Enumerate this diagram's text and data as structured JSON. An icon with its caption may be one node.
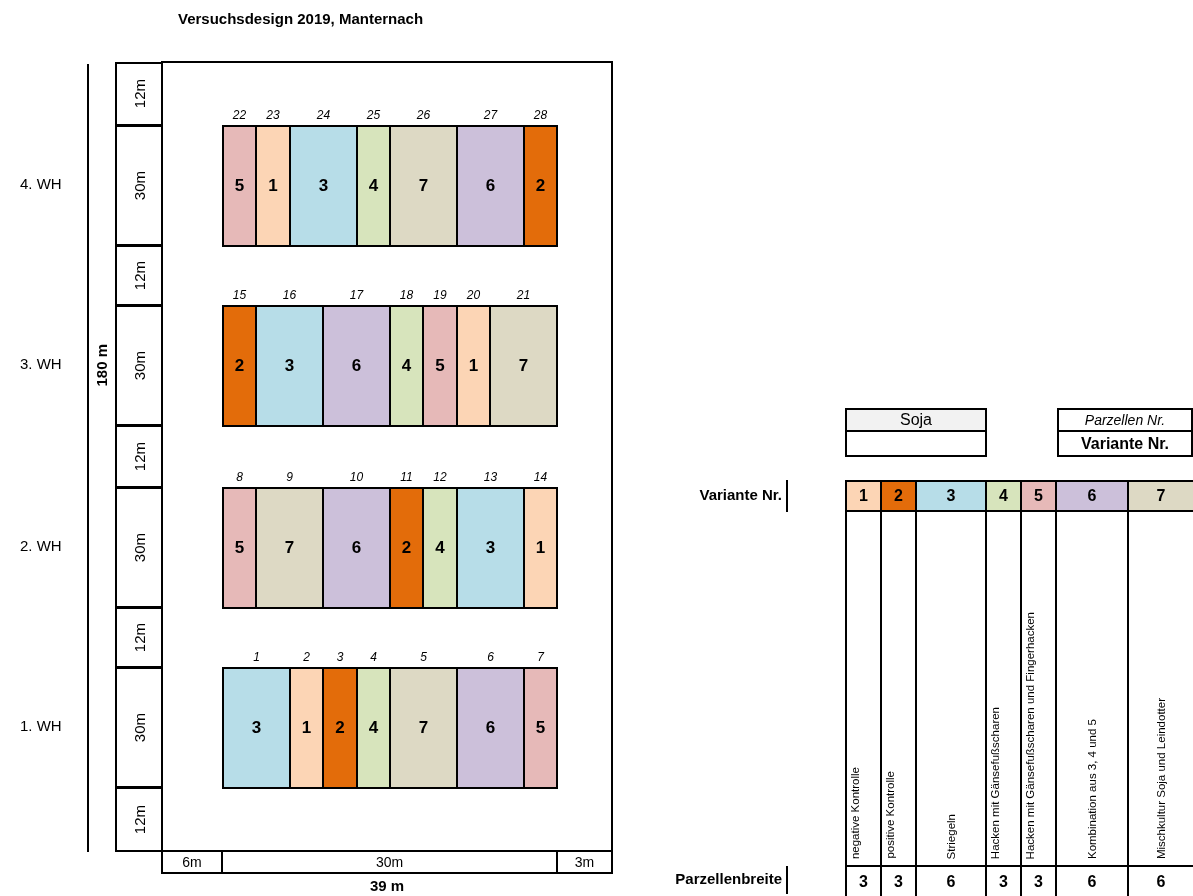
{
  "diagram": {
    "title": "Versuchsdesign 2019, Manternach",
    "nodes": [
      {
        "text": [
          "22",
          "5"
        ]
      },
      {
        "text": [
          "23",
          "1"
        ]
      },
      {
        "text": [
          "24",
          "3"
        ]
      },
      {
        "text": [
          "25",
          "4"
        ]
      },
      {
        "text": [
          "26",
          "7"
        ]
      },
      {
        "text": [
          "27",
          "6"
        ]
      },
      {
        "text": [
          "28",
          "2"
        ]
      },
      {
        "text": [
          "15",
          "2"
        ]
      },
      {
        "text": [
          "16",
          "3"
        ]
      },
      {
        "text": [
          "17",
          "6"
        ]
      },
      {
        "text": [
          "18",
          "4"
        ]
      },
      {
        "text": [
          "19",
          "5"
        ]
      },
      {
        "text": [
          "20",
          "1"
        ]
      },
      {
        "text": [
          "21",
          "7"
        ]
      },
      {
        "text": [
          "8",
          "5"
        ]
      },
      {
        "text": [
          "9",
          "7"
        ]
      },
      {
        "text": [
          "10",
          "6"
        ]
      },
      {
        "text": [
          "11",
          "2"
        ]
      },
      {
        "text": [
          "12",
          "4"
        ]
      },
      {
        "text": [
          "13",
          "3"
        ]
      },
      {
        "text": [
          "14",
          "1"
        ]
      },
      {
        "text": [
          "1",
          "3"
        ]
      },
      {
        "text": [
          "2",
          "1"
        ]
      },
      {
        "text": [
          "3",
          "2"
        ]
      },
      {
        "text": [
          "4",
          "4"
        ]
      },
      {
        "text": [
          "5",
          "7"
        ]
      },
      {
        "text": [
          "6",
          "6"
        ]
      },
      {
        "text": [
          "7",
          "5"
        ]
      },
      {
        "text": [
          "Soja"
        ]
      },
      {
        "text": [
          "Parzellen Nr.",
          "Variante Nr."
        ]
      }
    ],
    "edges": [],
    "labels": [
      "12m",
      "4. WH",
      "30m",
      "12m",
      "3. WH",
      "30m",
      "12m",
      "180 m",
      "2. WH",
      "30m",
      "12m",
      "1. WH",
      "30m",
      "12m",
      "6m",
      "30m",
      "3m",
      "39 m",
      "Variante Nr.",
      "negative Kontrolle",
      "positive Kontrolle",
      "Striegeln",
      "Hacken mit Gänsefußscharen",
      "Hacken mit Gänsefußscharen und Fingerhacken",
      "Kombination aus 3, 4 und 5",
      "Mischkultur Soja und Leindotter",
      "Parzellenbreite",
      "3",
      "3",
      "6",
      "3",
      "3",
      "6",
      "6"
    ],
    "legend": [
      {
        "text": "1",
        "color": "#fcd5b5"
      },
      {
        "text": "2",
        "color": "#e36c0a"
      },
      {
        "text": "3",
        "color": "#b7dde8"
      },
      {
        "text": "4",
        "color": "#d7e4bc"
      },
      {
        "text": "5",
        "color": "#e6b9b8"
      },
      {
        "text": "6",
        "color": "#ccc0da"
      },
      {
        "text": "7",
        "color": "#ddd9c4"
      }
    ]
  }
}
